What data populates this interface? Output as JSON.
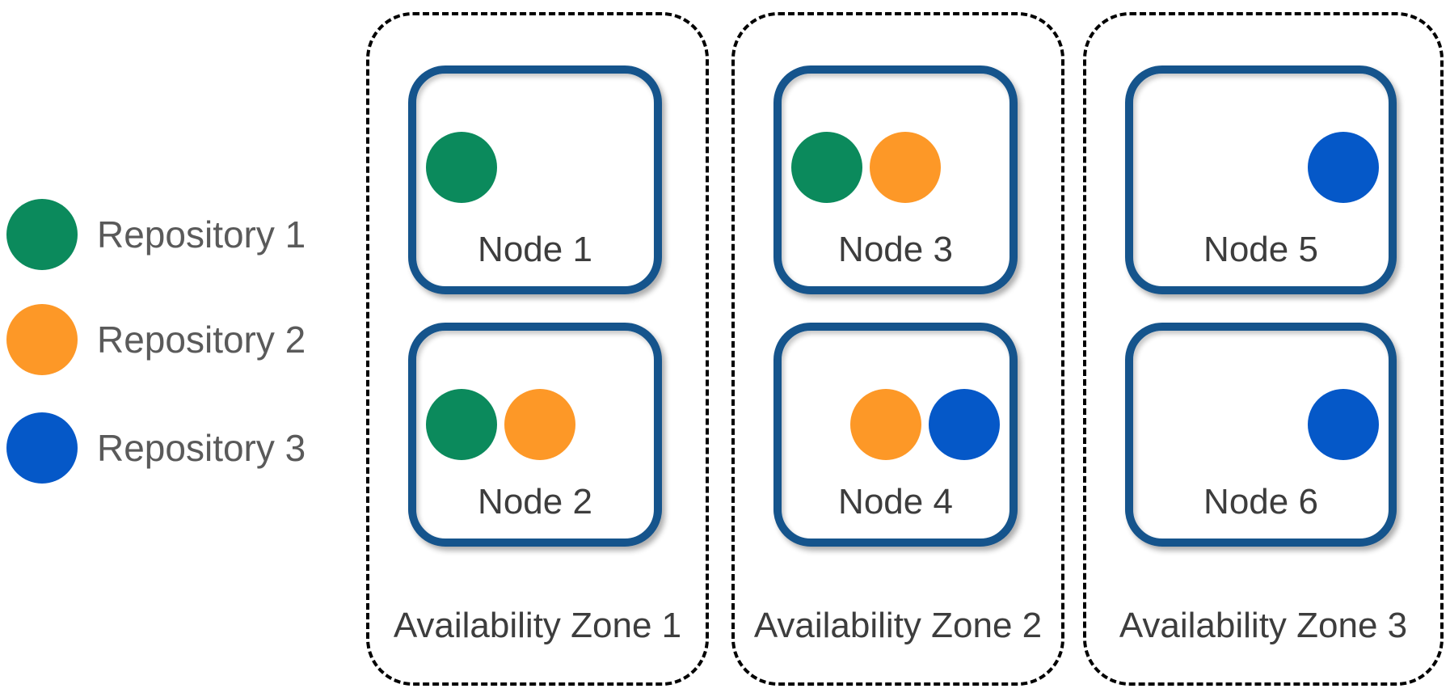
{
  "colors": {
    "background": "#FFFFFF",
    "repo1": "#0B8A5C",
    "repo2": "#FD9827",
    "repo3": "#0558C8",
    "node_border": "#15548C",
    "zone_border": "#000000",
    "legend_text": "#5A5A5A",
    "label_text": "#3D3D3D"
  },
  "legend": {
    "items": [
      {
        "label": "Repository 1",
        "repo": "repo1"
      },
      {
        "label": "Repository 2",
        "repo": "repo2"
      },
      {
        "label": "Repository 3",
        "repo": "repo3"
      }
    ]
  },
  "zones": [
    {
      "label": "Availability Zone 1",
      "nodes": [
        {
          "label": "Node 1",
          "repositories": [
            "repo1"
          ]
        },
        {
          "label": "Node 2",
          "repositories": [
            "repo1",
            "repo2"
          ]
        }
      ]
    },
    {
      "label": "Availability Zone 2",
      "nodes": [
        {
          "label": "Node 3",
          "repositories": [
            "repo1",
            "repo2"
          ]
        },
        {
          "label": "Node 4",
          "repositories": [
            "repo2",
            "repo3"
          ]
        }
      ]
    },
    {
      "label": "Availability Zone 3",
      "nodes": [
        {
          "label": "Node 5",
          "repositories": [
            "repo3"
          ]
        },
        {
          "label": "Node 6",
          "repositories": [
            "repo3"
          ]
        }
      ]
    }
  ]
}
